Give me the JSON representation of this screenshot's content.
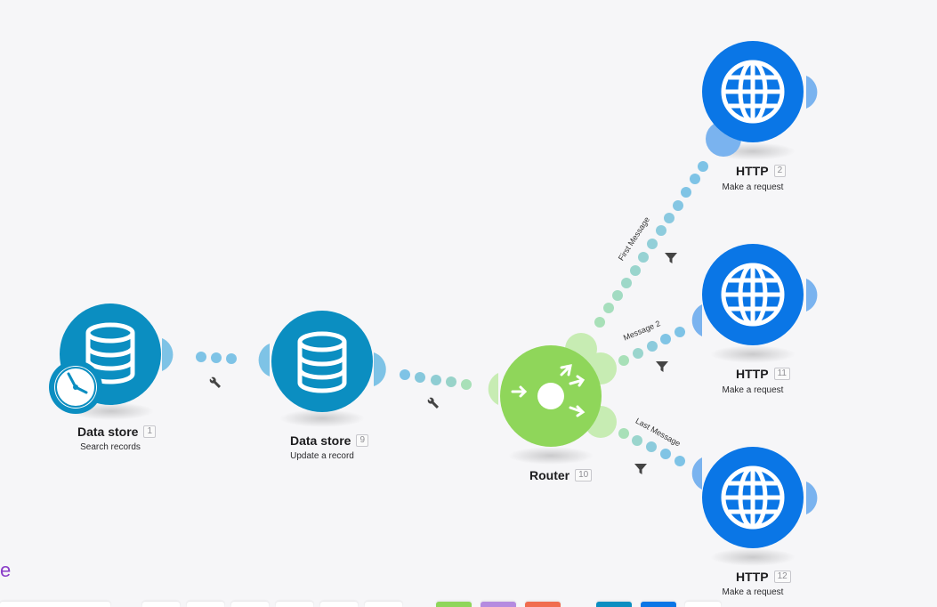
{
  "colors": {
    "datastore": "#0b8ec1",
    "router": "#8fd65a",
    "http": "#0a76e6",
    "connector_blue": "#7ec3e6",
    "connector_green": "#a8e0b8",
    "http_half": "#7ab3ef"
  },
  "modules": [
    {
      "key": "ds1",
      "title": "Data store",
      "id": "1",
      "subtitle": "Search records",
      "icon": "database-icon",
      "trigger_icon": "clock-icon"
    },
    {
      "key": "ds9",
      "title": "Data store",
      "id": "9",
      "subtitle": "Update a record",
      "icon": "database-icon"
    },
    {
      "key": "router",
      "title": "Router",
      "id": "10",
      "subtitle": "",
      "icon": "router-icon"
    },
    {
      "key": "http2",
      "title": "HTTP",
      "id": "2",
      "subtitle": "Make a request",
      "icon": "globe-icon"
    },
    {
      "key": "http11",
      "title": "HTTP",
      "id": "11",
      "subtitle": "Make a request",
      "icon": "globe-icon"
    },
    {
      "key": "http12",
      "title": "HTTP",
      "id": "12",
      "subtitle": "Make a request",
      "icon": "globe-icon"
    }
  ],
  "routes": [
    {
      "label": "First Message"
    },
    {
      "label": "Message 2"
    },
    {
      "label": "Last Message"
    }
  ],
  "partial_text": "ce",
  "toolbar_colors": [
    "#ffffff",
    "#ffffff",
    "#ffffff",
    "#ffffff",
    "#ffffff",
    "#ffffff",
    "#ffffff",
    "#8fd65a",
    "#b58be0",
    "#f06d4f",
    "#0b8ec1",
    "#0a76e6",
    "#ffffff"
  ]
}
